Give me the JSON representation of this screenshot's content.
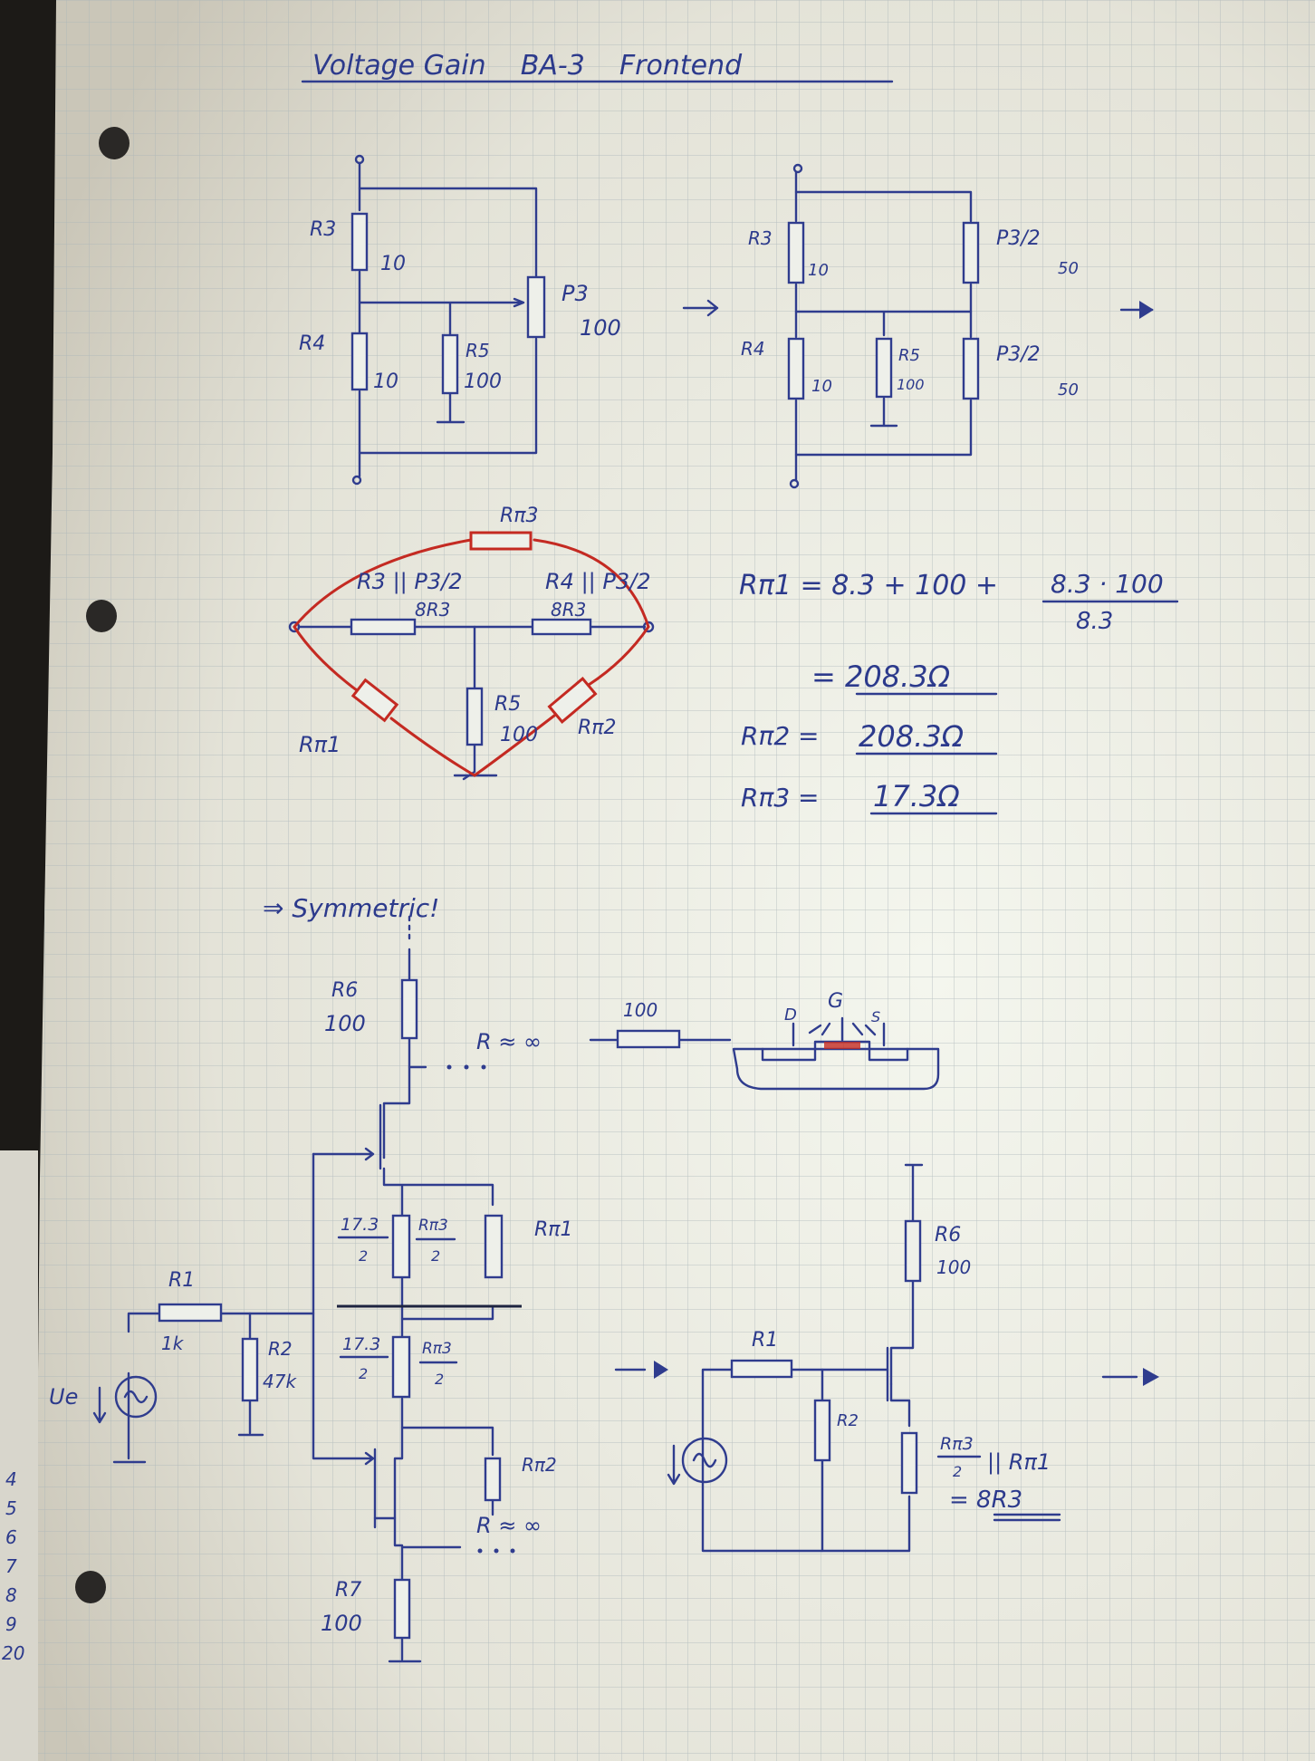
{
  "title": "Voltage Gain    BA-3    Frontend",
  "circuit1": {
    "r3_label": "R3",
    "r3_value": "10",
    "r4_label": "R4",
    "r4_value": "10",
    "r5_label": "R5",
    "r5_value": "100",
    "p3_label": "P3",
    "p3_value": "100"
  },
  "circuit2": {
    "r3_label": "R3",
    "r3_value": "10",
    "r4_label": "R4",
    "r4_value": "10",
    "r5_label": "R5",
    "r5_value": "100",
    "p3a_label": "P3/2",
    "p3a_value": "50",
    "p3b_label": "P3/2",
    "p3b_value": "50"
  },
  "pi_network": {
    "rpi3_label": "Rπ3",
    "left_label": "R3 || P3/2",
    "left_value": "8R3",
    "right_label": "R4 || P3/2",
    "right_value": "8R3",
    "r5_label": "R5",
    "r5_value": "100",
    "rpi1_label": "Rπ1",
    "rpi2_label": "Rπ2"
  },
  "equations": {
    "eq1_lhs": "Rπ1 = 8.3 + 100 +",
    "eq1_num": "8.3 · 100",
    "eq1_den": "8.3",
    "eq2": "= 208.3Ω",
    "eq3_lhs": "Rπ2 =",
    "eq3_rhs": "208.3Ω",
    "eq4_lhs": "Rπ3 =",
    "eq4_rhs": "17.3Ω"
  },
  "symmetric_note": "⇒ Symmetric!",
  "fet": {
    "r6_label": "R6",
    "r6_value": "100",
    "r_inf": "R ≈ ∞",
    "gate_res": "100",
    "d": "D",
    "g": "G",
    "s": "S"
  },
  "circuit3": {
    "top_frac_num": "17.3",
    "top_frac_den": "2",
    "top_rpi_num": "Rπ3",
    "top_rpi_den": "2",
    "rpi1": "Rπ1",
    "bot_frac_num": "17.3",
    "bot_frac_den": "2",
    "bot_rpi_num": "Rπ3",
    "bot_rpi_den": "2",
    "rpi2": "Rπ2",
    "r_inf": "R ≈ ∞",
    "r1_label": "R1",
    "r1_value": "1k",
    "r2_label": "R2",
    "r2_value": "47k",
    "source_label": "Ue",
    "r7_label": "R7",
    "r7_value": "100"
  },
  "circuit4": {
    "r1_label": "R1",
    "r2_label": "R2",
    "r6_label": "R6",
    "r6_value": "100",
    "frac_num": "Rπ3",
    "frac_den": "2",
    "par_rpi": "|| Rπ1",
    "result": "= 8R3"
  },
  "margin_numbers": [
    "4",
    "5",
    "6",
    "7",
    "8",
    "9",
    "20"
  ]
}
